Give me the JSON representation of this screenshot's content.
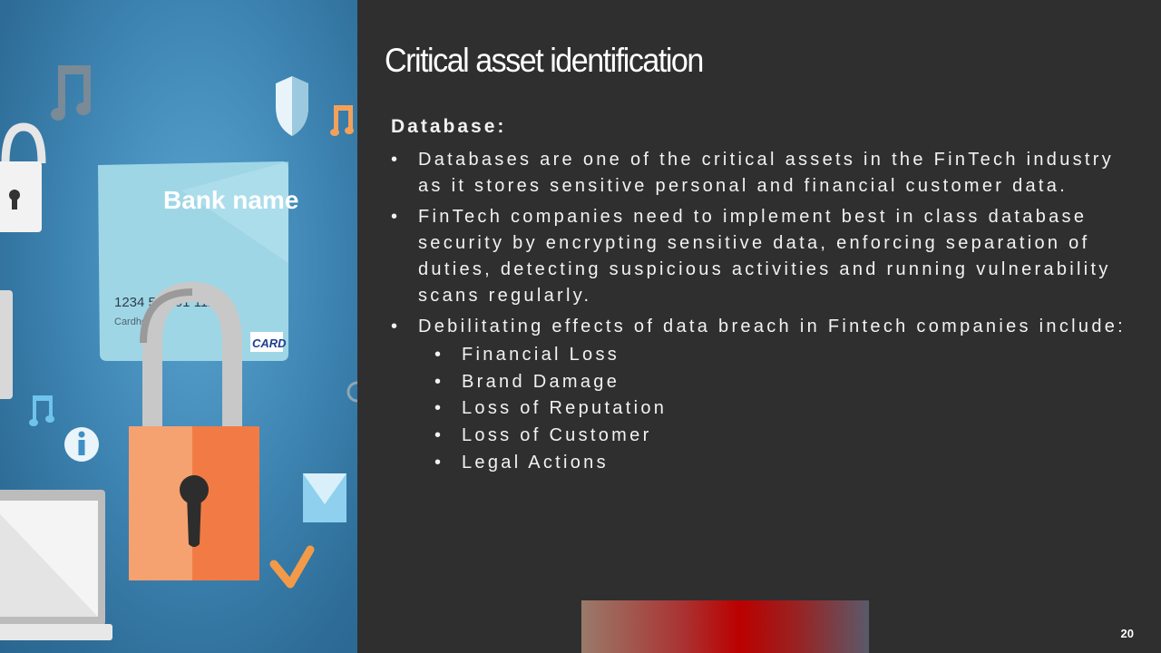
{
  "slide": {
    "title": "Critical asset identification",
    "heading": "Database:",
    "bullets": [
      "Databases are one of the critical assets in the FinTech industry as it stores sensitive personal and financial customer data.",
      "FinTech companies need to implement best in class database security by encrypting sensitive data, enforcing separation of duties, detecting suspicious activities and running vulnerability scans regularly.",
      "Debilitating effects of data breach in Fintech companies include:"
    ],
    "sub_bullets": [
      "Financial Loss",
      "Brand Damage",
      "Loss of Reputation",
      "Loss of Customer",
      "Legal Actions"
    ],
    "page_number": "20"
  },
  "illustration": {
    "card_bank_name": "Bank name",
    "card_number": "1234  567    01  1121",
    "card_holder": "Cardhol",
    "card_brand": "CARD"
  },
  "colors": {
    "background": "#2f2f2f",
    "panel_blue": "#3f86b4",
    "card": "#9fd6e6",
    "lock": "#f27b45",
    "text": "#f2f2f2"
  }
}
